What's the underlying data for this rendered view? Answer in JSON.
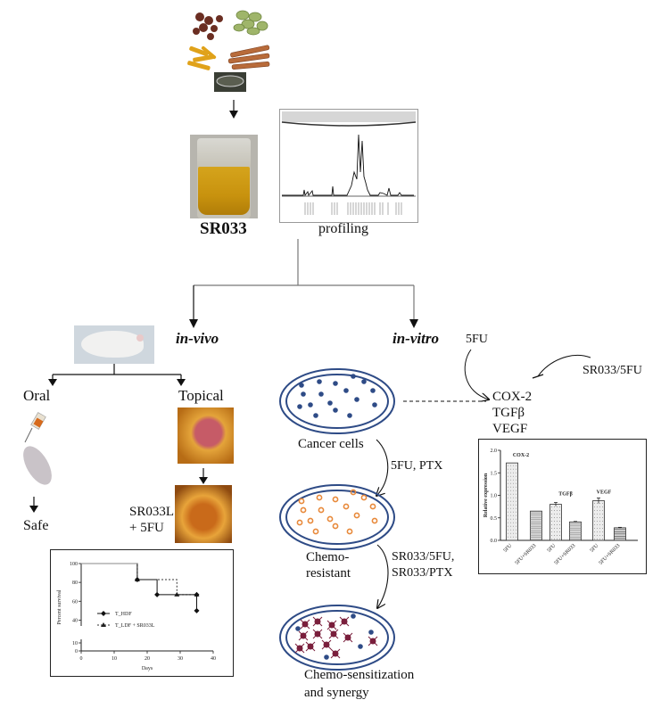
{
  "top": {
    "ingredients_image": "spices-collage",
    "extract_label": "SR033",
    "profiling_label": "profiling"
  },
  "branches": {
    "in_vivo": "in-vivo",
    "in_vitro": "in-vitro"
  },
  "in_vivo": {
    "oral_label": "Oral",
    "topical_label": "Topical",
    "safe_label": "Safe",
    "treatment_label_line1": "SR033L",
    "treatment_label_line2": "+ 5FU"
  },
  "in_vitro": {
    "drug_label": "5FU",
    "inhibitor_label": "SR033/5FU",
    "markers": [
      "COX-2",
      "TGFβ",
      "VEGF"
    ],
    "cancer_cells_label": "Cancer cells",
    "step1_treatment": "5FU, PTX",
    "resistant_label_line1": "Chemo-",
    "resistant_label_line2": "resistant",
    "step2_treatment_line1": "SR033/5FU,",
    "step2_treatment_line2": "SR033/PTX",
    "outcome_line1": "Chemo-sensitization",
    "outcome_line2": "and synergy"
  },
  "colors": {
    "cell_membrane": "#2e4b86",
    "cancer_dot": "#2e4b86",
    "resistant_dot": "#e8893a",
    "killed_cell": "#7a1f3c"
  },
  "chart_data": [
    {
      "type": "bar",
      "title": "",
      "ylabel": "Relative expression",
      "xlabel": "",
      "ylim": [
        0,
        2.0
      ],
      "yticks": [
        "0.0",
        "0.5",
        "1.0",
        "1.5",
        "2.0"
      ],
      "groups": [
        "COX-2",
        "TGFβ",
        "VEGF"
      ],
      "categories": [
        "5FU",
        "5FU+SR033",
        "5FU",
        "5FU+SR033",
        "5FU",
        "5FU+SR033"
      ],
      "values": [
        1.72,
        0.65,
        0.8,
        0.41,
        0.88,
        0.28
      ],
      "errors": [
        0,
        0,
        0.04,
        0.01,
        0.06,
        0.01
      ]
    },
    {
      "type": "line",
      "subtype": "kaplan-meier",
      "title": "",
      "xlabel": "Days",
      "ylabel": "Percent survival",
      "xlim": [
        0,
        40
      ],
      "ylim": [
        0,
        100
      ],
      "xticks": [
        "0",
        "10",
        "20",
        "30",
        "40"
      ],
      "yticks": [
        "0",
        "10",
        "40",
        "60",
        "80",
        "100"
      ],
      "legend_position": "center-left",
      "series": [
        {
          "name": "T_HDF",
          "steps": [
            [
              0,
              100
            ],
            [
              17,
              100
            ],
            [
              17,
              83
            ],
            [
              23,
              83
            ],
            [
              23,
              67
            ],
            [
              35,
              67
            ],
            [
              35,
              50
            ]
          ],
          "markers": [
            [
              17,
              83
            ],
            [
              23,
              67
            ],
            [
              35,
              67
            ],
            [
              35,
              50
            ]
          ]
        },
        {
          "name": "T_LDF + SR033L",
          "steps": [
            [
              0,
              100
            ],
            [
              17,
              100
            ],
            [
              17,
              83
            ],
            [
              29,
              83
            ],
            [
              29,
              67
            ],
            [
              35,
              67
            ]
          ],
          "markers": [
            [
              17,
              83
            ],
            [
              29,
              67
            ],
            [
              35,
              67
            ]
          ]
        }
      ]
    }
  ]
}
